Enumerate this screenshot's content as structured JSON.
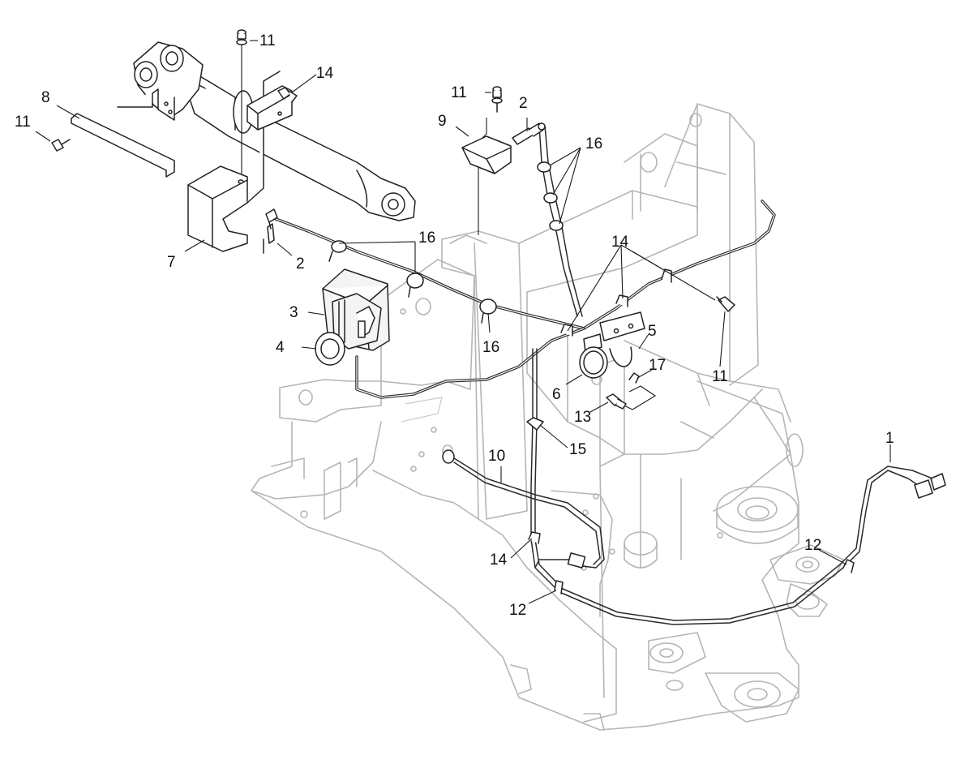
{
  "callouts": [
    {
      "id": "c1",
      "text": "1"
    },
    {
      "id": "c2a",
      "text": "2"
    },
    {
      "id": "c2b",
      "text": "2"
    },
    {
      "id": "c3",
      "text": "3"
    },
    {
      "id": "c4",
      "text": "4"
    },
    {
      "id": "c5",
      "text": "5"
    },
    {
      "id": "c6",
      "text": "6"
    },
    {
      "id": "c7",
      "text": "7"
    },
    {
      "id": "c8",
      "text": "8"
    },
    {
      "id": "c9",
      "text": "9"
    },
    {
      "id": "c10",
      "text": "10"
    },
    {
      "id": "c11a",
      "text": "11"
    },
    {
      "id": "c11b",
      "text": "11"
    },
    {
      "id": "c11c",
      "text": "11"
    },
    {
      "id": "c11d",
      "text": "11"
    },
    {
      "id": "c12a",
      "text": "12"
    },
    {
      "id": "c12b",
      "text": "12"
    },
    {
      "id": "c13",
      "text": "13"
    },
    {
      "id": "c14a",
      "text": "14"
    },
    {
      "id": "c14b",
      "text": "14"
    },
    {
      "id": "c14c",
      "text": "14"
    },
    {
      "id": "c15",
      "text": "15"
    },
    {
      "id": "c16a",
      "text": "16"
    },
    {
      "id": "c16b",
      "text": "16"
    },
    {
      "id": "c16c",
      "text": "16"
    },
    {
      "id": "c17",
      "text": "17"
    }
  ],
  "colors": {
    "line": "#222222",
    "frame": "#b5b5b5",
    "background": "#ffffff"
  }
}
